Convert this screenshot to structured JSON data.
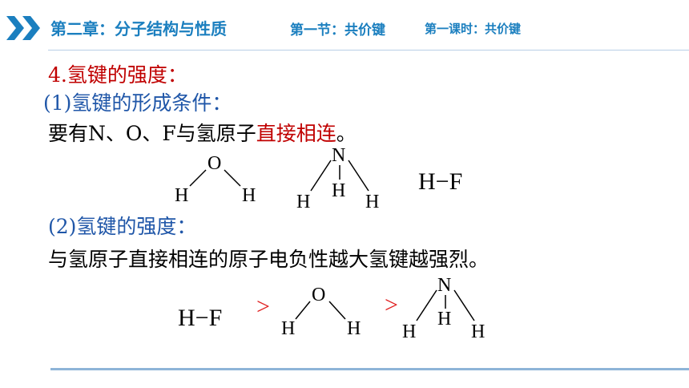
{
  "header": {
    "chapter": "第二章：分子结构与性质",
    "section": "第一节：共价键",
    "lesson": "第一课时：共价键",
    "icon": "double-chevron-right-icon",
    "accent_color": "#1b7fbf"
  },
  "content": {
    "title": "4.氢键的强度：",
    "sub1": "(1)氢键的形成条件：",
    "body1_prefix": "要有N、O、F与氢原子",
    "body1_highlight": "直接相连",
    "body1_suffix": "。",
    "sub2": "(2)氢键的强度：",
    "body2": "与氢原子直接相连的原子电负性越大氢键越强烈。"
  },
  "molecules": {
    "water": {
      "center": "O",
      "left": "H",
      "right": "H"
    },
    "ammonia": {
      "center": "N",
      "left": "H",
      "middle": "H",
      "right": "H"
    },
    "hf": "H−F",
    "greater_than": ">"
  },
  "colors": {
    "title_red": "#c00000",
    "subtitle_blue": "#1f56a8",
    "comparison_red": "#e02020"
  }
}
